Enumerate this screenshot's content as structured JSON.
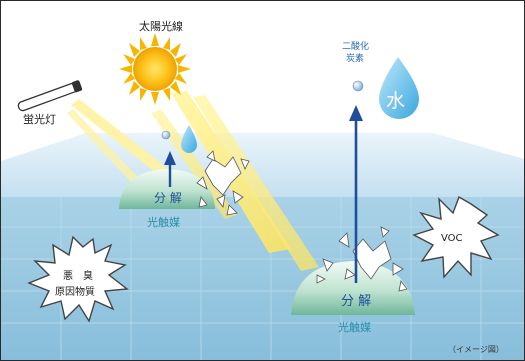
{
  "labels": {
    "sun": "太陽光線",
    "fluorescent_lamp": "蛍光灯",
    "co2_line1": "二酸化",
    "co2_line2": "炭素",
    "water": "水",
    "decompose_left": "分 解",
    "decompose_right": "分 解",
    "photocatalyst_left": "光触媒",
    "photocatalyst_right": "光触媒",
    "voc": "VOC",
    "odor_line1": "悪　臭",
    "odor_line2": "原因物質",
    "caption": "（イメージ図）"
  },
  "colors": {
    "surface_top": "#cfe6f2",
    "surface_front": "#9fcbe2",
    "dome_light": "#e7f5ee",
    "dome_dark": "#6fb69a",
    "arrow": "#1f4f9a",
    "text_teal": "#2a8fa8",
    "sun": "#f6b400",
    "water_drop": "#5cb8e6"
  }
}
